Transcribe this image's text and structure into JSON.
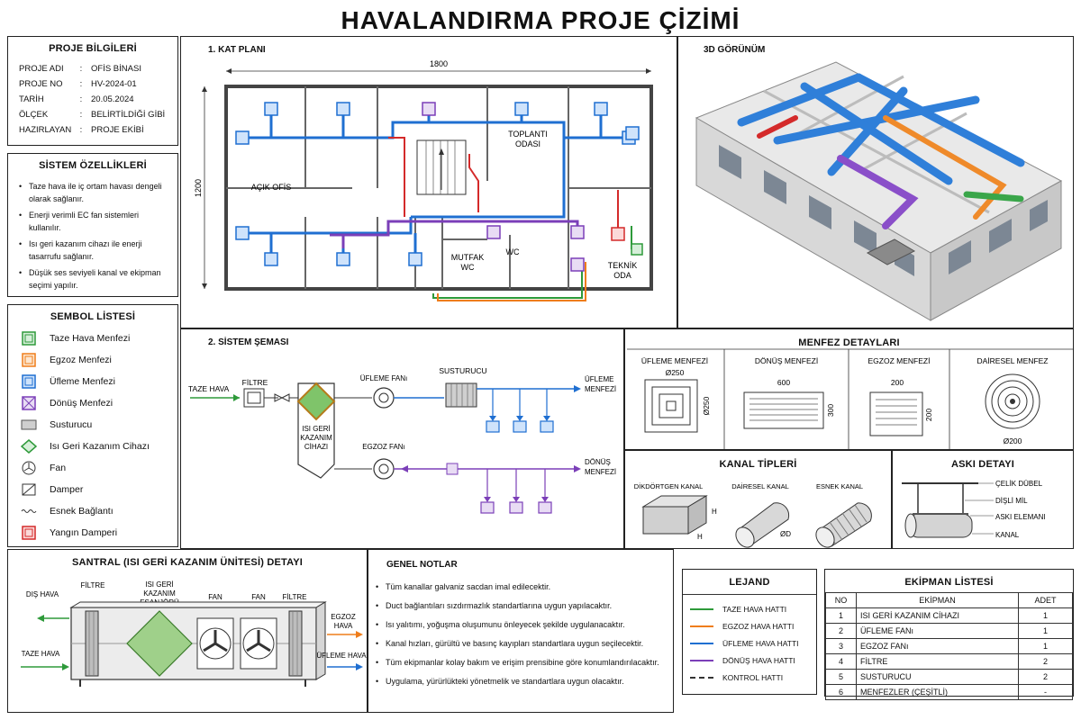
{
  "title": "HAVALANDIRMA PROJE ÇİZİMİ",
  "project_info": {
    "heading": "PROJE BİLGİLERİ",
    "rows": [
      {
        "key": "PROJE ADI",
        "colon": ":",
        "value": "OFİS BİNASI"
      },
      {
        "key": "PROJE NO",
        "colon": ":",
        "value": "HV-2024-01"
      },
      {
        "key": "TARİH",
        "colon": ":",
        "value": "20.05.2024"
      },
      {
        "key": "ÖLÇEK",
        "colon": ":",
        "value": "BELİRTİLDİĞİ GİBİ"
      },
      {
        "key": "HAZIRLAYAN",
        "colon": ":",
        "value": "PROJE EKİBİ"
      }
    ]
  },
  "system_features": {
    "heading": "SİSTEM ÖZELLİKLERİ",
    "items": [
      "Taze hava ile iç ortam havası dengeli olarak sağlanır.",
      "Enerji verimli EC fan sistemleri kullanılır.",
      "Isı geri kazanım cihazı ile enerji tasarrufu sağlanır.",
      "Düşük ses seviyeli kanal ve ekipman seçimi yapılır."
    ]
  },
  "symbols": {
    "heading": "SEMBOL LİSTESİ",
    "items": [
      {
        "label": "Taze Hava Menfezi",
        "icon": "fresh-air-vent-icon",
        "color": "#2e9a3a"
      },
      {
        "label": "Egzoz Menfezi",
        "icon": "exhaust-vent-icon",
        "color": "#ef7d1a"
      },
      {
        "label": "Üfleme Menfezi",
        "icon": "supply-vent-icon",
        "color": "#1f6fd1"
      },
      {
        "label": "Dönüş Menfezi",
        "icon": "return-vent-icon",
        "color": "#7b3fb8"
      },
      {
        "label": "Susturucu",
        "icon": "silencer-icon",
        "color": "#555555"
      },
      {
        "label": "Isı Geri Kazanım Cihazı",
        "icon": "heat-recovery-icon",
        "color": "#2e9a3a"
      },
      {
        "label": "Fan",
        "icon": "fan-icon",
        "color": "#333333"
      },
      {
        "label": "Damper",
        "icon": "damper-icon",
        "color": "#333333"
      },
      {
        "label": "Esnek Bağlantı",
        "icon": "flex-connection-icon",
        "color": "#333333"
      },
      {
        "label": "Yangın Damperi",
        "icon": "fire-damper-icon",
        "color": "#d42a2a"
      }
    ]
  },
  "floor_plan": {
    "heading": "1. KAT PLANI",
    "dim_width": "1800",
    "dim_height": "1200",
    "rooms": {
      "open_office": "AÇIK OFİS",
      "meeting_1": "TOPLANTI",
      "meeting_2": "ODASI",
      "kitchen_1": "MUTFAK",
      "kitchen_2": "WC",
      "wc": "WC",
      "tech_1": "TEKNİK",
      "tech_2": "ODA"
    }
  },
  "view3d": {
    "heading": "3D GÖRÜNÜM"
  },
  "schema": {
    "heading": "2. SİSTEM ŞEMASI",
    "fresh_air": "TAZE HAVA",
    "filter": "FİLTRE",
    "hrv_1": "ISI GERİ",
    "hrv_2": "KAZANIM",
    "hrv_3": "CİHAZI",
    "supply_fan": "ÜFLEME FANı",
    "exhaust_fan": "EGZOZ FANı",
    "silencer": "SUSTURUCU",
    "supply_out_1": "ÜFLEME",
    "supply_out_2": "MENFEZİ",
    "return_out_1": "DÖNÜŞ",
    "return_out_2": "MENFEZİ"
  },
  "vent_details": {
    "heading": "MENFEZ DETAYLARI",
    "items": [
      {
        "name": "ÜFLEME MENFEZİ",
        "dim_a": "Ø250",
        "dim_b": "Ø250"
      },
      {
        "name": "DÖNÜŞ MENFEZİ",
        "dim_a": "600",
        "dim_b": "300"
      },
      {
        "name": "EGZOZ MENFEZİ",
        "dim_a": "200",
        "dim_b": "200"
      },
      {
        "name": "DAİRESEL MENFEZ",
        "dim_a": "Ø200"
      }
    ]
  },
  "duct_types": {
    "heading": "KANAL TİPLERİ",
    "rect": "DİKDÖRTGEN KANAL",
    "round": "DAİRESEL KANAL",
    "flex": "ESNEK KANAL",
    "h": "H",
    "b": "H",
    "d": "ØD"
  },
  "hanger": {
    "heading": "ASKI DETAYI",
    "labels": [
      "ÇELİK DÜBEL",
      "DİŞLİ MİL",
      "ASKI ELEMANI",
      "KANAL"
    ]
  },
  "ahu": {
    "heading": "SANTRAL (ISI GERİ KAZANIM ÜNİTESİ) DETAYI",
    "filter_l": "FİLTRE",
    "hx_1": "ISI GERİ",
    "hx_2": "KAZANIM",
    "hx_3": "EŞANJÖRÜ",
    "fan_1": "FAN",
    "fan_2": "FAN",
    "filter_r": "FİLTRE",
    "outside_air": "DIŞ HAVA",
    "fresh_air": "TAZE HAVA",
    "exhaust_1": "EGZOZ",
    "exhaust_2": "HAVA",
    "supply_air": "ÜFLEME HAVA"
  },
  "general_notes": {
    "heading": "GENEL NOTLAR",
    "items": [
      "Tüm kanallar galvaniz sacdan imal edilecektir.",
      "Duct bağlantıları sızdırmazlık standartlarına uygun yapılacaktır.",
      "Isı yalıtımı, yoğuşma oluşumunu önleyecek şekilde uygulanacaktır.",
      "Kanal hızları, gürültü ve basınç kayıpları standartlara uygun seçilecektir.",
      "Tüm ekipmanlar kolay bakım ve erişim prensibine göre konumlandırılacaktır.",
      "Uygulama, yürürlükteki yönetmelik ve standartlara uygun olacaktır."
    ]
  },
  "legend": {
    "heading": "LEJAND",
    "items": [
      {
        "label": "TAZE HAVA HATTI",
        "color": "#2e9a3a",
        "style": "solid"
      },
      {
        "label": "EGZOZ HAVA HATTI",
        "color": "#ef7d1a",
        "style": "solid"
      },
      {
        "label": "ÜFLEME HAVA HATTI",
        "color": "#1f6fd1",
        "style": "solid"
      },
      {
        "label": "DÖNÜŞ HAVA HATTI",
        "color": "#7b3fb8",
        "style": "solid"
      },
      {
        "label": "KONTROL HATTI",
        "color": "#333333",
        "style": "dashed"
      }
    ]
  },
  "equipment": {
    "heading": "EKİPMAN LİSTESİ",
    "columns": [
      "NO",
      "EKİPMAN",
      "ADET"
    ],
    "rows": [
      [
        "1",
        "ISI GERİ KAZANIM CİHAZI",
        "1"
      ],
      [
        "2",
        "ÜFLEME FANı",
        "1"
      ],
      [
        "3",
        "EGZOZ FANı",
        "1"
      ],
      [
        "4",
        "FİLTRE",
        "2"
      ],
      [
        "5",
        "SUSTURUCU",
        "2"
      ],
      [
        "6",
        "MENFEZLER (ÇEŞİTLİ)",
        "-"
      ]
    ]
  }
}
